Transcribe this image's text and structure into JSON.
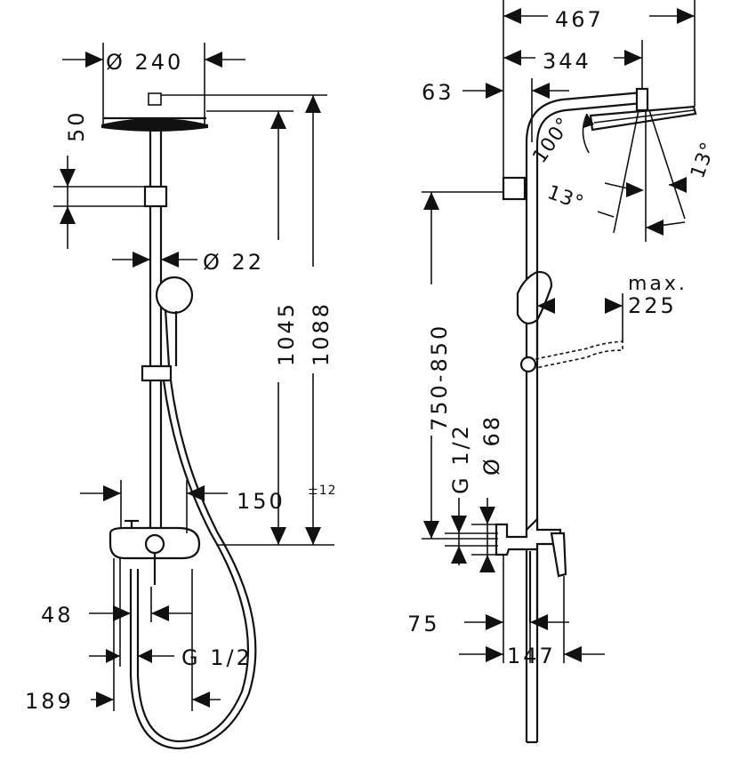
{
  "colors": {
    "line": "#111111",
    "background": "#ffffff"
  },
  "front_view": {
    "diam_240": "Ø 240",
    "dim_50": "50",
    "diam_22": "Ø 22",
    "dim_1045": "1045",
    "dim_1088": "1088",
    "dim_150": "150",
    "tol_12": "±12",
    "dim_48": "48",
    "thread_g12": "G 1/2",
    "dim_189": "189"
  },
  "side_view": {
    "dim_467": "467",
    "dim_344": "344",
    "dim_63": "63",
    "angle_100": "100°",
    "angle_13_left": "13°",
    "angle_13_right": "13°",
    "max_label": "max.",
    "dim_225": "225",
    "dim_750_850": "750-850",
    "thread_g12": "G 1/2",
    "diam_68": "Ø 68",
    "dim_75": "75",
    "dim_147": "147"
  }
}
